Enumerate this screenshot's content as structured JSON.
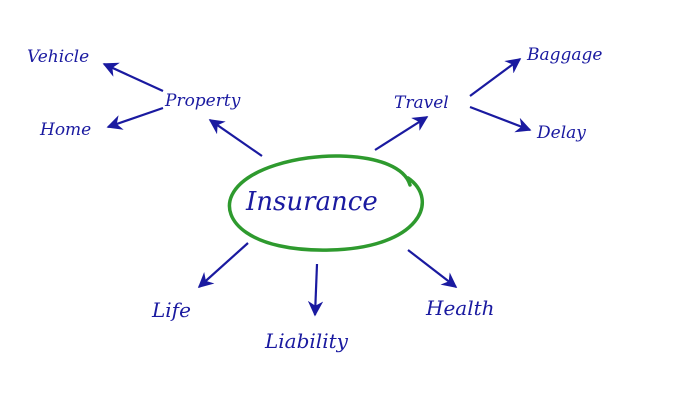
{
  "center": {
    "label": "Insurance",
    "ring_color": "#2e9a2e"
  },
  "branches": {
    "property": {
      "label": "Property",
      "children": {
        "vehicle": "Vehicle",
        "home": "Home"
      }
    },
    "travel": {
      "label": "Travel",
      "children": {
        "baggage": "Baggage",
        "delay": "Delay"
      }
    },
    "life": {
      "label": "Life"
    },
    "liability": {
      "label": "Liability"
    },
    "health": {
      "label": "Health"
    }
  },
  "colors": {
    "text": "#1a1aa0",
    "arrows": "#1a1aa0",
    "ring": "#2e9a2e"
  }
}
